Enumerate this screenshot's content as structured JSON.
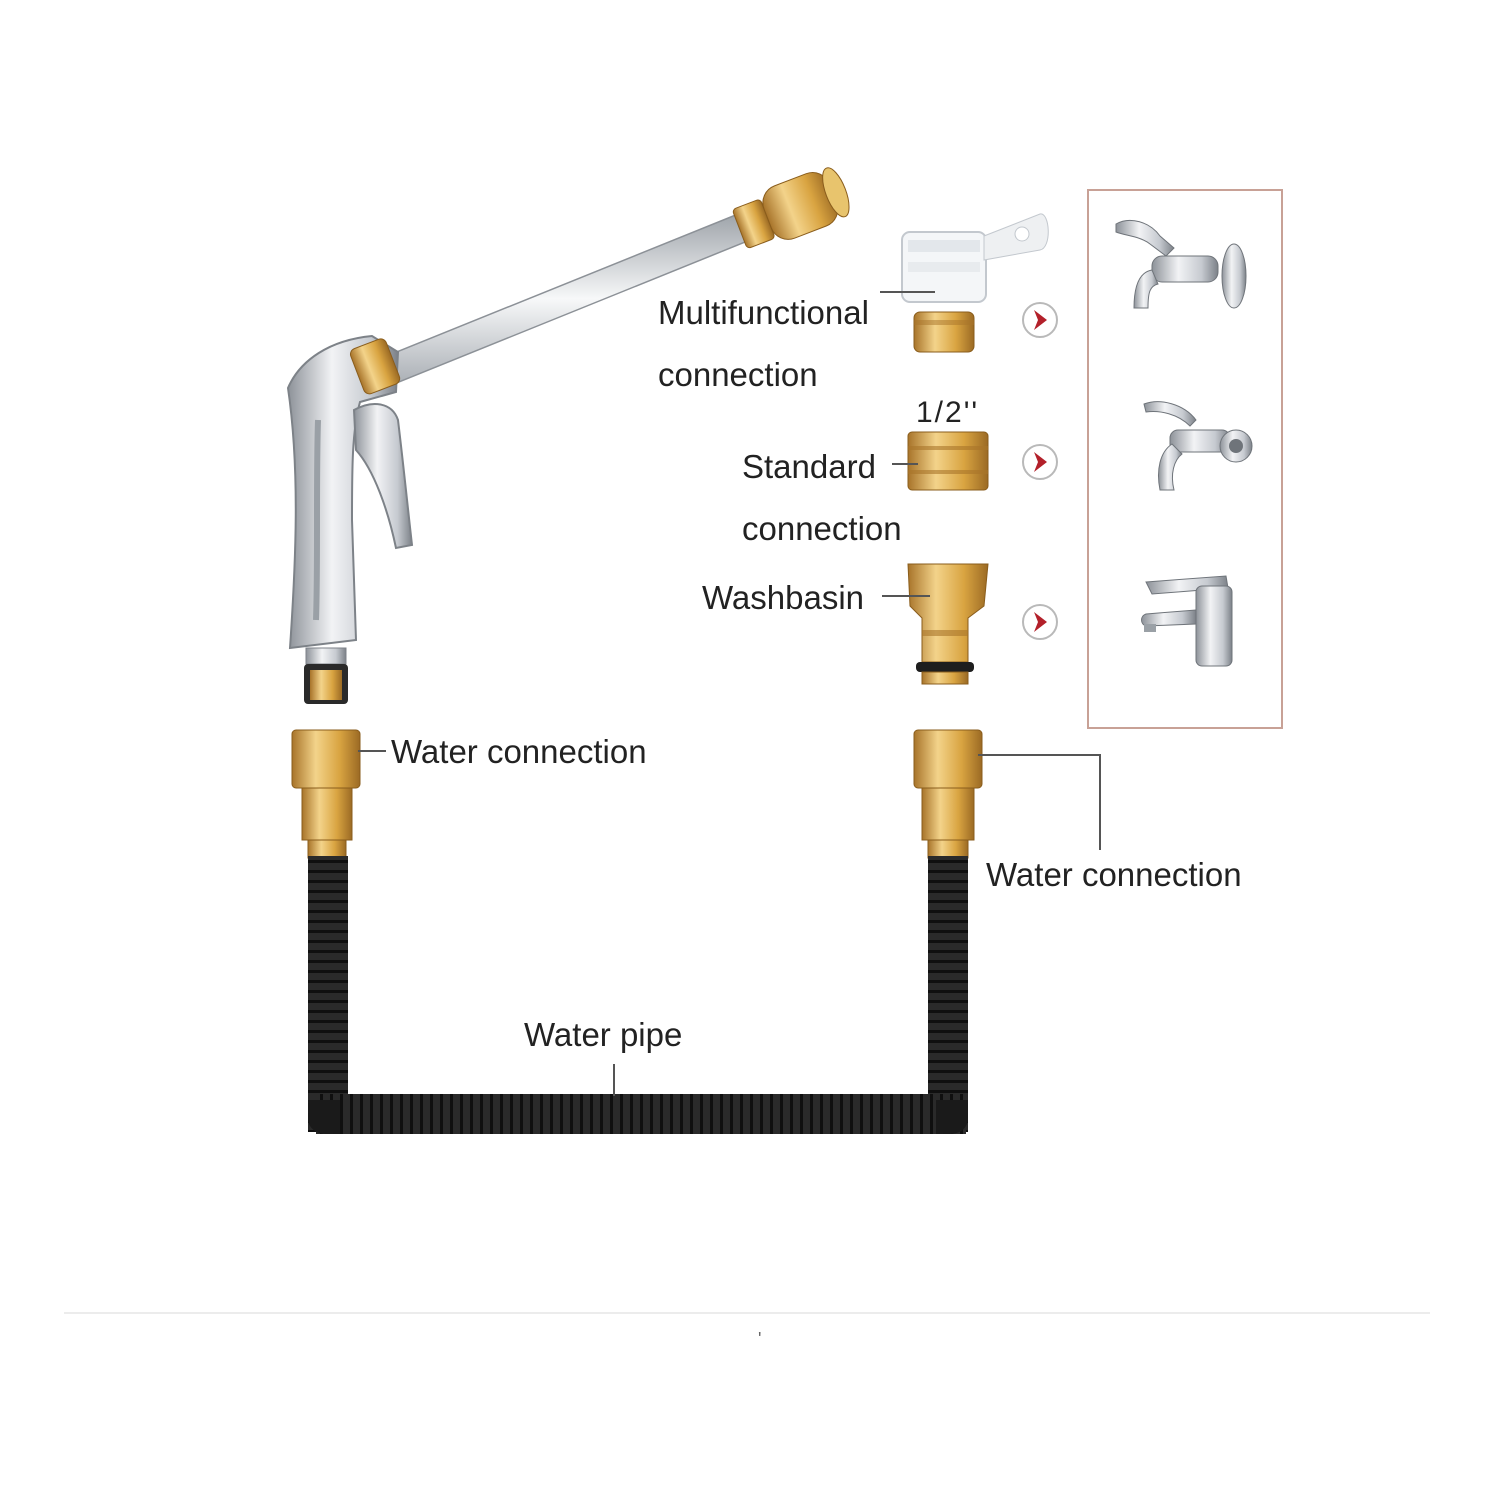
{
  "labels": {
    "multifunctional_line1": "Multifunctional",
    "multifunctional_line2": "connection",
    "fraction": "1/2''",
    "standard_line1": "Standard",
    "standard_line2": "connection",
    "washbasin": "Washbasin",
    "water_connection_left": "Water connection",
    "water_connection_right": "Water connection",
    "water_pipe": "Water pipe",
    "stray_mark": "'"
  },
  "icons": {
    "spray_gun": "spray-gun-icon",
    "multifunctional_adapter": "multifunctional-adapter-icon",
    "standard_adapter": "brass-standard-adapter-icon",
    "washbasin_adapter": "brass-washbasin-adapter-icon",
    "arrow": "arrow-right-circle-icon",
    "wall_tap": "wall-tap-icon",
    "bib_tap": "bib-tap-icon",
    "basin_faucet": "basin-faucet-icon",
    "hose": "expandable-hose-icon",
    "connector": "brass-hose-connector-icon"
  },
  "colors": {
    "brass": "#d9a441",
    "brass_dark": "#a8742a",
    "brass_light": "#f3d38a",
    "chrome": "#c9cdd2",
    "hose": "#232323",
    "arrow": "#b3202a",
    "frame": "#c8a196",
    "text": "#222222",
    "leader": "#555555"
  }
}
